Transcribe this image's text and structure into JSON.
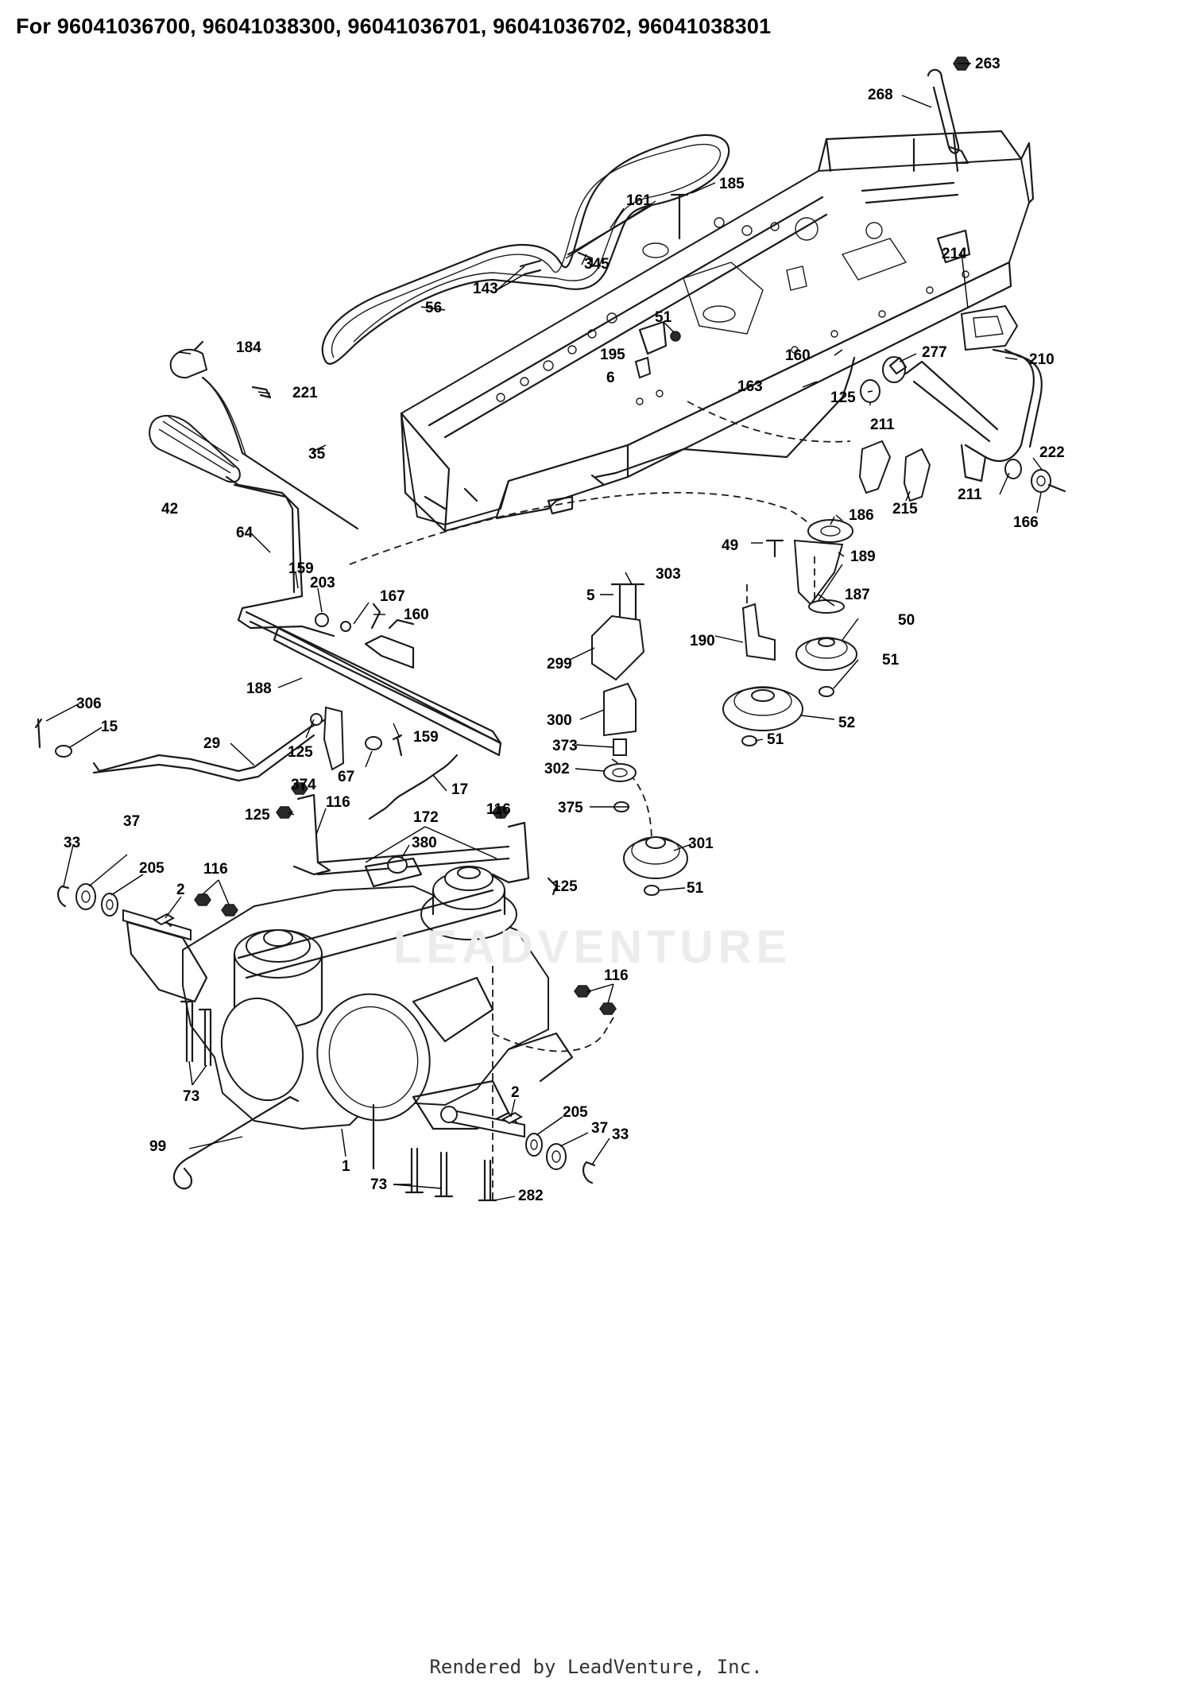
{
  "header": {
    "title": "For 96041036700, 96041038300, 96041036701, 96041036702, 96041038301"
  },
  "watermark": "LEADVENTURE",
  "footer": "Rendered by LeadVenture, Inc.",
  "callouts": [
    {
      "label": "263"
    },
    {
      "label": "268"
    },
    {
      "label": "185"
    },
    {
      "label": "161"
    },
    {
      "label": "345"
    },
    {
      "label": "143"
    },
    {
      "label": "56"
    },
    {
      "label": "51"
    },
    {
      "label": "195"
    },
    {
      "label": "6"
    },
    {
      "label": "214"
    },
    {
      "label": "184"
    },
    {
      "label": "221"
    },
    {
      "label": "160"
    },
    {
      "label": "277"
    },
    {
      "label": "210"
    },
    {
      "label": "163"
    },
    {
      "label": "125"
    },
    {
      "label": "211"
    },
    {
      "label": "35"
    },
    {
      "label": "222"
    },
    {
      "label": "42"
    },
    {
      "label": "215"
    },
    {
      "label": "211"
    },
    {
      "label": "166"
    },
    {
      "label": "186"
    },
    {
      "label": "64"
    },
    {
      "label": "49"
    },
    {
      "label": "189"
    },
    {
      "label": "159"
    },
    {
      "label": "203"
    },
    {
      "label": "303"
    },
    {
      "label": "5"
    },
    {
      "label": "187"
    },
    {
      "label": "167"
    },
    {
      "label": "160"
    },
    {
      "label": "190"
    },
    {
      "label": "50"
    },
    {
      "label": "299"
    },
    {
      "label": "51"
    },
    {
      "label": "188"
    },
    {
      "label": "306"
    },
    {
      "label": "15"
    },
    {
      "label": "300"
    },
    {
      "label": "52"
    },
    {
      "label": "29"
    },
    {
      "label": "159"
    },
    {
      "label": "373"
    },
    {
      "label": "51"
    },
    {
      "label": "125"
    },
    {
      "label": "302"
    },
    {
      "label": "67"
    },
    {
      "label": "374"
    },
    {
      "label": "17"
    },
    {
      "label": "125"
    },
    {
      "label": "116"
    },
    {
      "label": "172"
    },
    {
      "label": "116"
    },
    {
      "label": "375"
    },
    {
      "label": "380"
    },
    {
      "label": "33"
    },
    {
      "label": "37"
    },
    {
      "label": "205"
    },
    {
      "label": "116"
    },
    {
      "label": "301"
    },
    {
      "label": "2"
    },
    {
      "label": "125"
    },
    {
      "label": "51"
    },
    {
      "label": "116"
    },
    {
      "label": "73"
    },
    {
      "label": "2"
    },
    {
      "label": "205"
    },
    {
      "label": "99"
    },
    {
      "label": "37"
    },
    {
      "label": "33"
    },
    {
      "label": "1"
    },
    {
      "label": "73"
    },
    {
      "label": "282"
    }
  ]
}
